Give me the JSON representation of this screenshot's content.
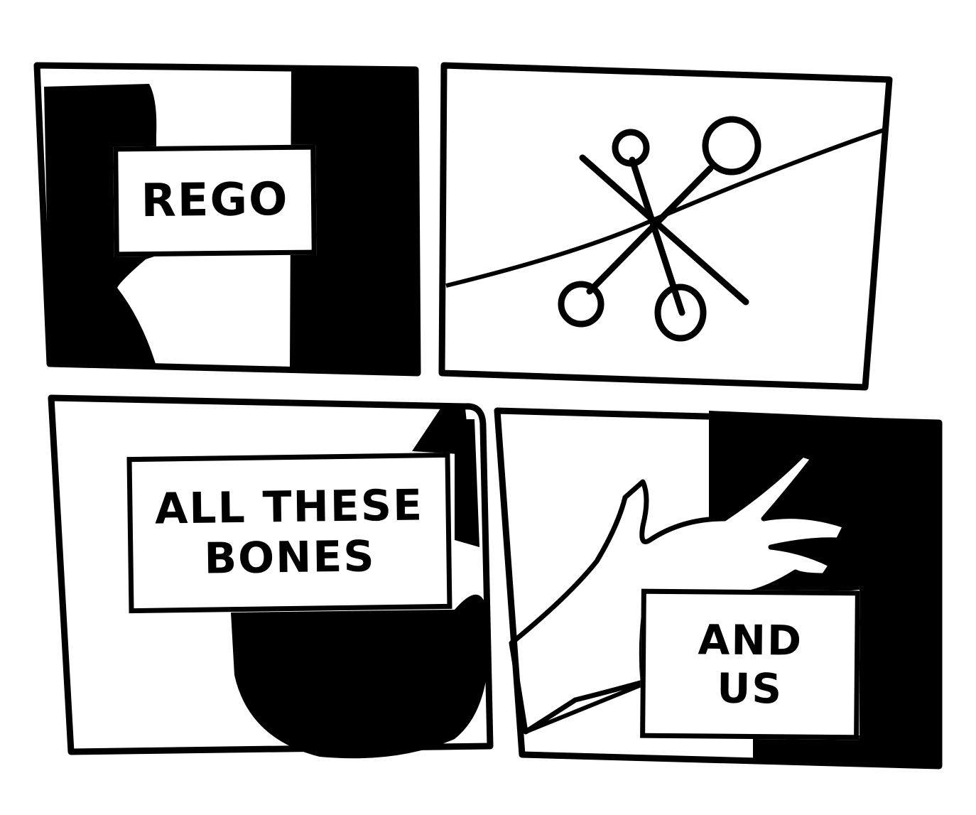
{
  "comic": {
    "panels": [
      {
        "caption": "REGO"
      },
      {
        "caption": ""
      },
      {
        "caption": "ALL THESE\nBONES"
      },
      {
        "caption": "AND\nUS"
      }
    ],
    "colors": {
      "ink": "#000000",
      "paper": "#ffffff"
    },
    "icons": [
      "scissors-icon",
      "hand-icon"
    ]
  }
}
